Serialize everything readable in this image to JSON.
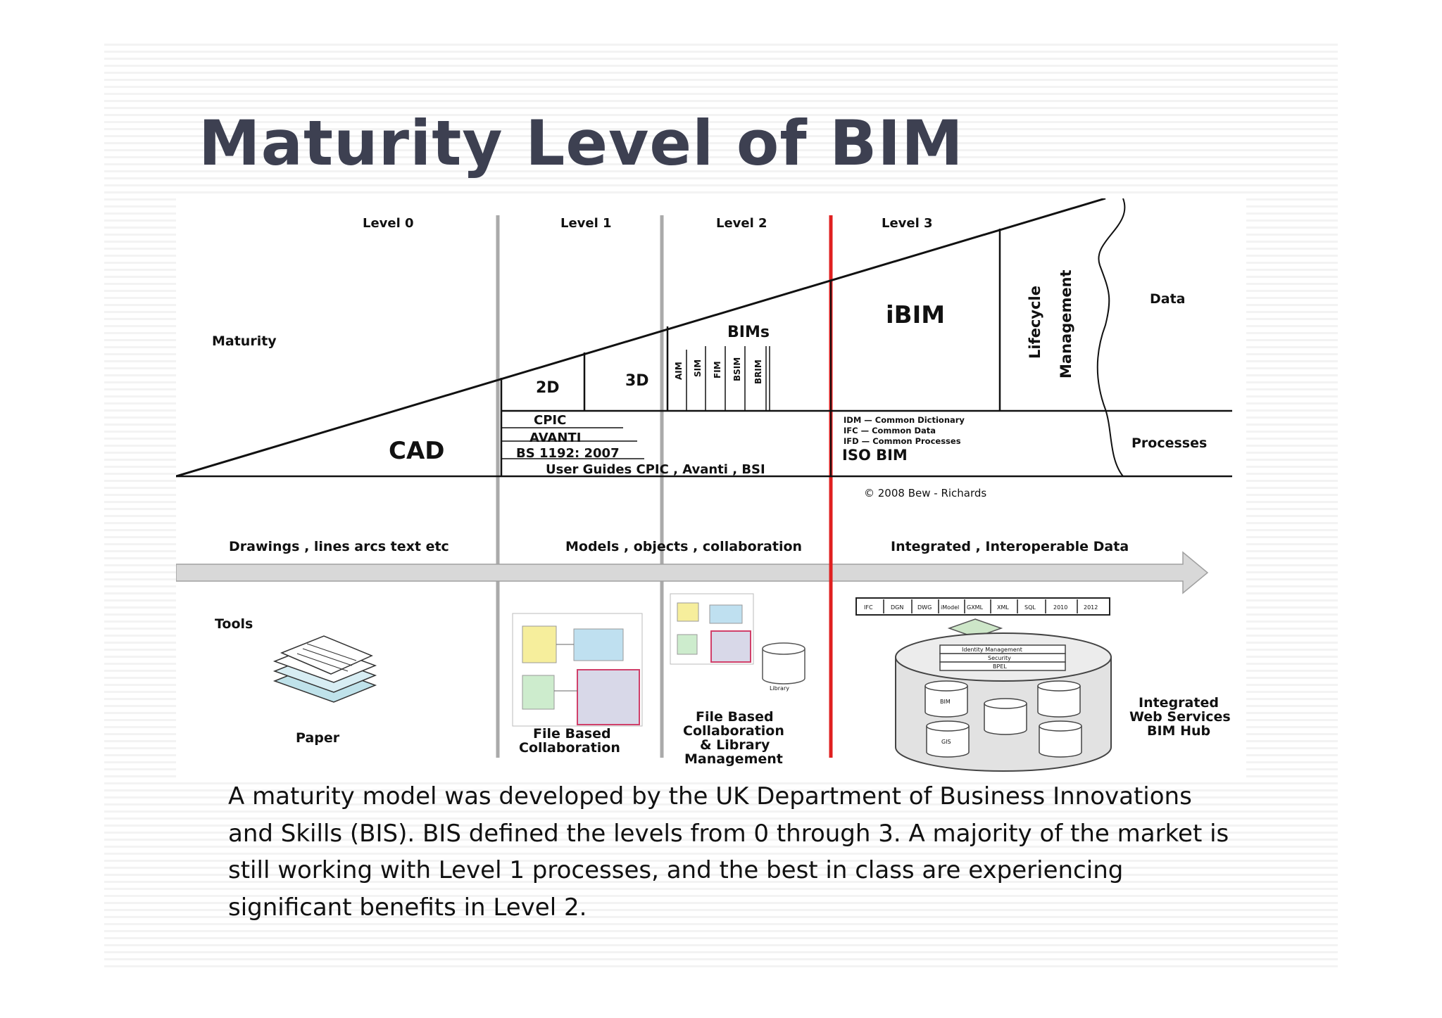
{
  "slide": {
    "title": "Maturity Level of BIM",
    "caption_lines": [
      "A maturity model was developed by the UK Department of Business Innovations",
      "and Skills (BIS). BIS defined the levels from 0 through 3. A majority of the market is",
      "still working with Level 1 processes, and the best in class are experiencing",
      "significant  benefits in Level 2."
    ]
  },
  "diagram": {
    "levels": [
      "Level 0",
      "Level 1",
      "Level 2",
      "Level 3"
    ],
    "maturity_label": "Maturity",
    "cad": "CAD",
    "stages": {
      "two_d": "2D",
      "three_d": "3D",
      "bims": "BIMs",
      "ibim": "iBIM"
    },
    "bim_types": [
      "AIM",
      "SIM",
      "FIM",
      "BSIM",
      "BRIM"
    ],
    "lifecycle": [
      "Lifecycle",
      "Management"
    ],
    "data_label": "Data",
    "processes_label": "Processes",
    "level1_standards": [
      "CPIC",
      "AVANTI",
      "BS 1192: 2007",
      "User Guides CPIC , Avanti , BSI"
    ],
    "level3_standards": [
      "IDM — Common Dictionary",
      "IFC — Common Data",
      "IFD — Common Processes"
    ],
    "iso_bim": "ISO BIM",
    "copyright": "©  2008 Bew - Richards",
    "arrow_labels": [
      "Drawings ,  lines arcs text etc",
      "Models , objects , collaboration",
      "Integrated ,  Interoperable Data"
    ],
    "tools_label": "Tools",
    "paper_label": "Paper",
    "file_based_collab": [
      "File Based",
      "Collaboration"
    ],
    "file_based_library": [
      "File Based",
      "Collaboration",
      "& Library",
      "Management"
    ],
    "library_label": "Library",
    "formats": [
      "IFC",
      "DGN",
      "DWG",
      "iModel",
      "GXML",
      "XML",
      "SQL",
      "2010",
      "2012"
    ],
    "hub_layers": [
      "Identity Management",
      "Security",
      "BPEL"
    ],
    "hub_dbs": [
      "BIM",
      "GIS"
    ],
    "hub_label": [
      "Integrated",
      "Web Services",
      "BIM Hub"
    ]
  },
  "colors": {
    "title": "#3d4051",
    "level3_divider": "#e02020",
    "divider": "#aaaaaa",
    "arrow": "#d8d8d8"
  }
}
